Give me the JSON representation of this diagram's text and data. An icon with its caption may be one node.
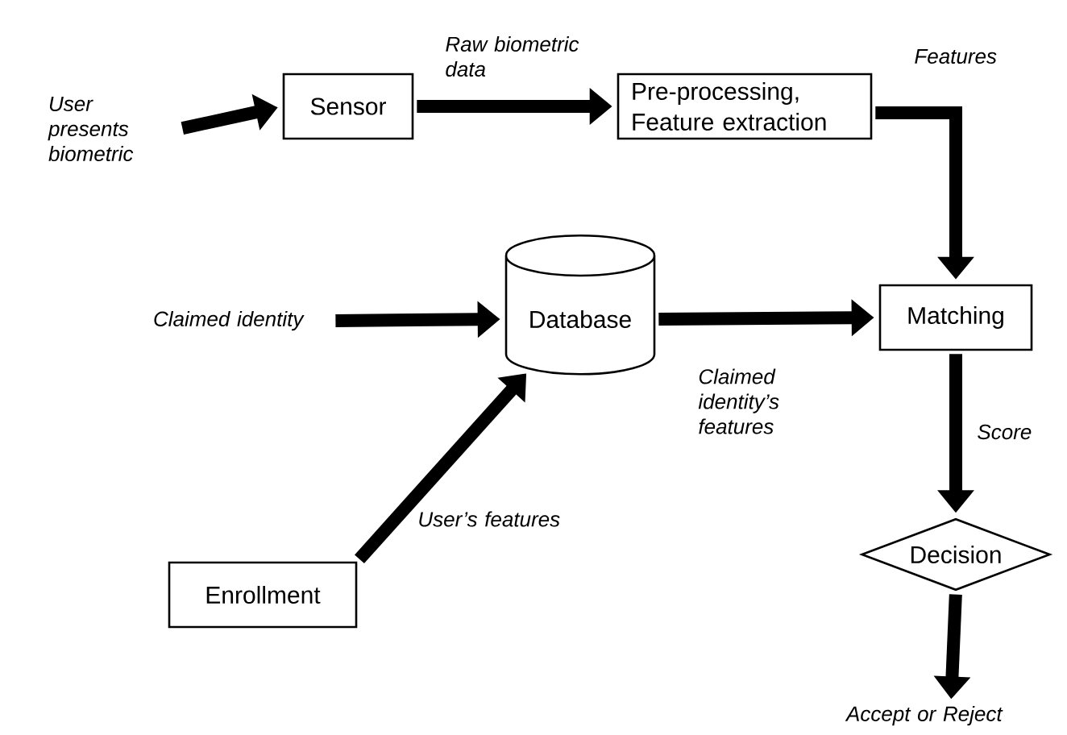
{
  "diagram": {
    "nodes": [
      {
        "text": [
          "User presents biometric"
        ]
      },
      {
        "text": [
          "Sensor"
        ]
      },
      {
        "text": [
          "Pre-processing, Feature extraction"
        ]
      },
      {
        "text": [
          "Matching"
        ]
      },
      {
        "text": [
          "Claimed identity"
        ]
      },
      {
        "text": [
          "Database"
        ]
      },
      {
        "text": [
          "Enrollment"
        ]
      },
      {
        "text": [
          "Decision"
        ]
      },
      {
        "text": [
          "Accept or Reject"
        ]
      }
    ],
    "edges": [
      {
        "from": 0,
        "to": 1,
        "arrow": "to"
      },
      {
        "from": 1,
        "to": 2,
        "arrow": "to",
        "label": "Raw biometric data"
      },
      {
        "from": 2,
        "to": 3,
        "arrow": "to",
        "label": "Features"
      },
      {
        "from": 4,
        "to": 5,
        "arrow": "to"
      },
      {
        "from": 5,
        "to": 3,
        "arrow": "to",
        "label": "Claimed identity’s features"
      },
      {
        "from": 6,
        "to": 5,
        "arrow": "to",
        "label": "User’s features"
      },
      {
        "from": 3,
        "to": 7,
        "arrow": "to",
        "label": "Score"
      },
      {
        "from": 7,
        "to": 8,
        "arrow": "to"
      }
    ]
  }
}
